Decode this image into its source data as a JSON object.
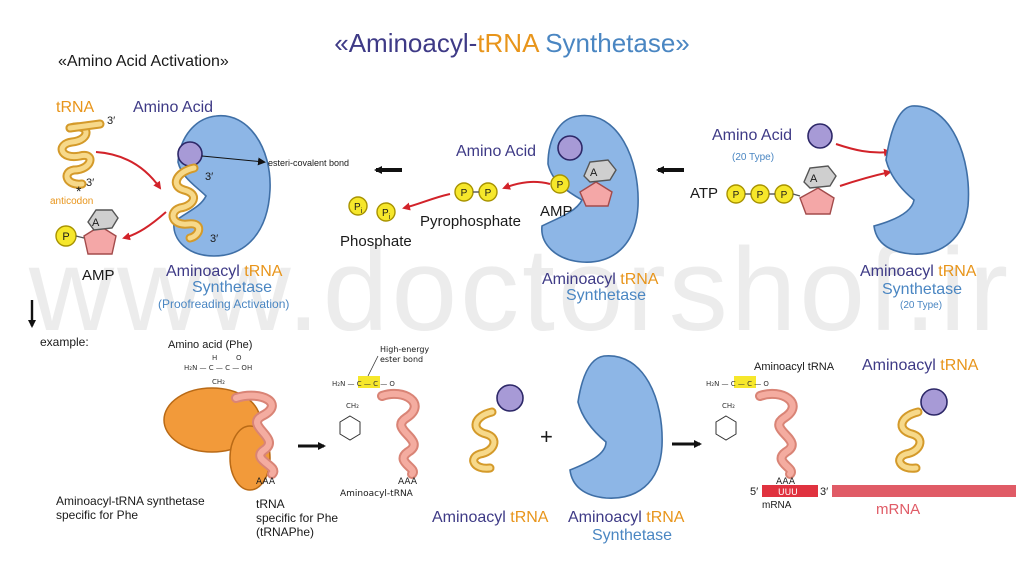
{
  "title": {
    "part1": "«Aminoacyl-",
    "part2": "tRNA",
    "part3": " Synthetase»"
  },
  "section_activation": "«Amino Acid Activation»",
  "panel1": {
    "trna_label": "tRNA",
    "three_prime": "3′",
    "anticodon": "anticodon",
    "amino_acid": "Amino Acid",
    "bond_label": "esteri-covalent bond",
    "amp": "AMP",
    "p": "P",
    "a": "A",
    "product_line1a": "Aminoacyl ",
    "product_line1b": "tRNA",
    "product_line2": "Synthetase",
    "product_line3": "(Proofreading Activation)"
  },
  "panel2": {
    "amino_acid": "Amino Acid",
    "pyrophosphate": "Pyrophosphate",
    "phosphate": "Phosphate",
    "amp": "AMP",
    "pi": "P",
    "pi_sub": "i",
    "enzyme_line1a": "Aminoacyl ",
    "enzyme_line1b": "tRNA",
    "enzyme_line2": "Synthetase"
  },
  "panel3": {
    "amino_acid": "Amino Acid",
    "types": "(20 Type)",
    "atp": "ATP",
    "enzyme_line1a": "Aminoacyl ",
    "enzyme_line1b": "tRNA",
    "enzyme_line2": "Synthetase",
    "enzyme_line3": "(20 Type)"
  },
  "example": {
    "label": "example:",
    "amino_acid_phe": "Amino acid (Phe)",
    "synthetase_line1": "Aminoacyl-tRNA synthetase",
    "synthetase_line2": "specific for Phe",
    "trna_line1": "tRNA",
    "trna_line2": "specific for Phe",
    "trna_line3": "(tRNAPhe)",
    "aaa": "AAA",
    "high_energy1": "High-energy",
    "high_energy2": "ester bond",
    "aminoacyl_trna_small": "Aminoacyl-tRNA",
    "bottom_a1": "Aminoacyl ",
    "bottom_a2": "tRNA",
    "bottom_b1": "Aminoacyl ",
    "bottom_b2": "tRNA",
    "bottom_b3": "Synthetase",
    "plus": "+",
    "aminoacyl_trna_label": "Aminoacyl tRNA",
    "right_a1": "Aminoacyl ",
    "right_a2": "tRNA",
    "uuu": "UUU",
    "five_prime": "5′",
    "three_prime": "3′",
    "mrna_small": "mRNA",
    "mrna_large": "mRNA"
  },
  "watermark": "www.doctorshof.ir",
  "colors": {
    "purple": "#3e3a86",
    "orange": "#e8951b",
    "blue": "#4a86c2",
    "enzyme": "#8db6e6",
    "amino_acid": "#a79ad6",
    "phosphate": "#f6e72b",
    "mrna": "#e05b66",
    "arrow_red": "#d2232a"
  }
}
